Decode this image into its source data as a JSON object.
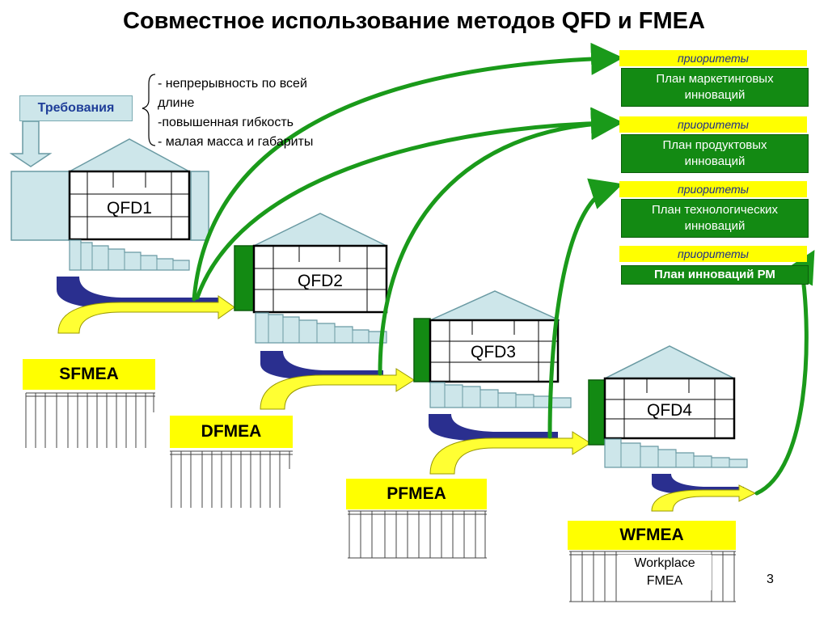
{
  "title": "Совместное использование методов QFD и FMEA",
  "requirements": {
    "label": "Требования",
    "bullets": [
      "- непрерывность по всей",
      "длине",
      "-повышенная гибкость",
      "- малая масса и габариты"
    ]
  },
  "qfd_houses": [
    {
      "label": "QFD1"
    },
    {
      "label": "QFD2"
    },
    {
      "label": "QFD3"
    },
    {
      "label": "QFD4"
    }
  ],
  "fmea_labels": [
    {
      "label": "SFMEA"
    },
    {
      "label": "DFMEA"
    },
    {
      "label": "PFMEA"
    },
    {
      "label": "WFMEA"
    }
  ],
  "workplace_fmea": [
    "Workplace",
    "FMEA"
  ],
  "plans": [
    {
      "priority": "приоритеты",
      "lines": [
        "План маркетинговых",
        "инноваций"
      ],
      "bold": false
    },
    {
      "priority": "приоритеты",
      "lines": [
        "План продуктовых",
        "инноваций"
      ],
      "bold": false
    },
    {
      "priority": "приоритеты",
      "lines": [
        "План технологических",
        "инноваций"
      ],
      "bold": false
    },
    {
      "priority": "приоритеты",
      "lines": [
        "План инноваций РМ"
      ],
      "bold": true
    }
  ],
  "page_number": "3",
  "colors": {
    "house_fill": "#cde6ea",
    "house_stroke": "#6a9aa3",
    "arrow_green": "#1a9a1a",
    "flow_yellow": "#ffff33",
    "flow_blue": "#2a2f8f",
    "plan_green": "#138a13",
    "priority_yellow": "#ffff00"
  }
}
